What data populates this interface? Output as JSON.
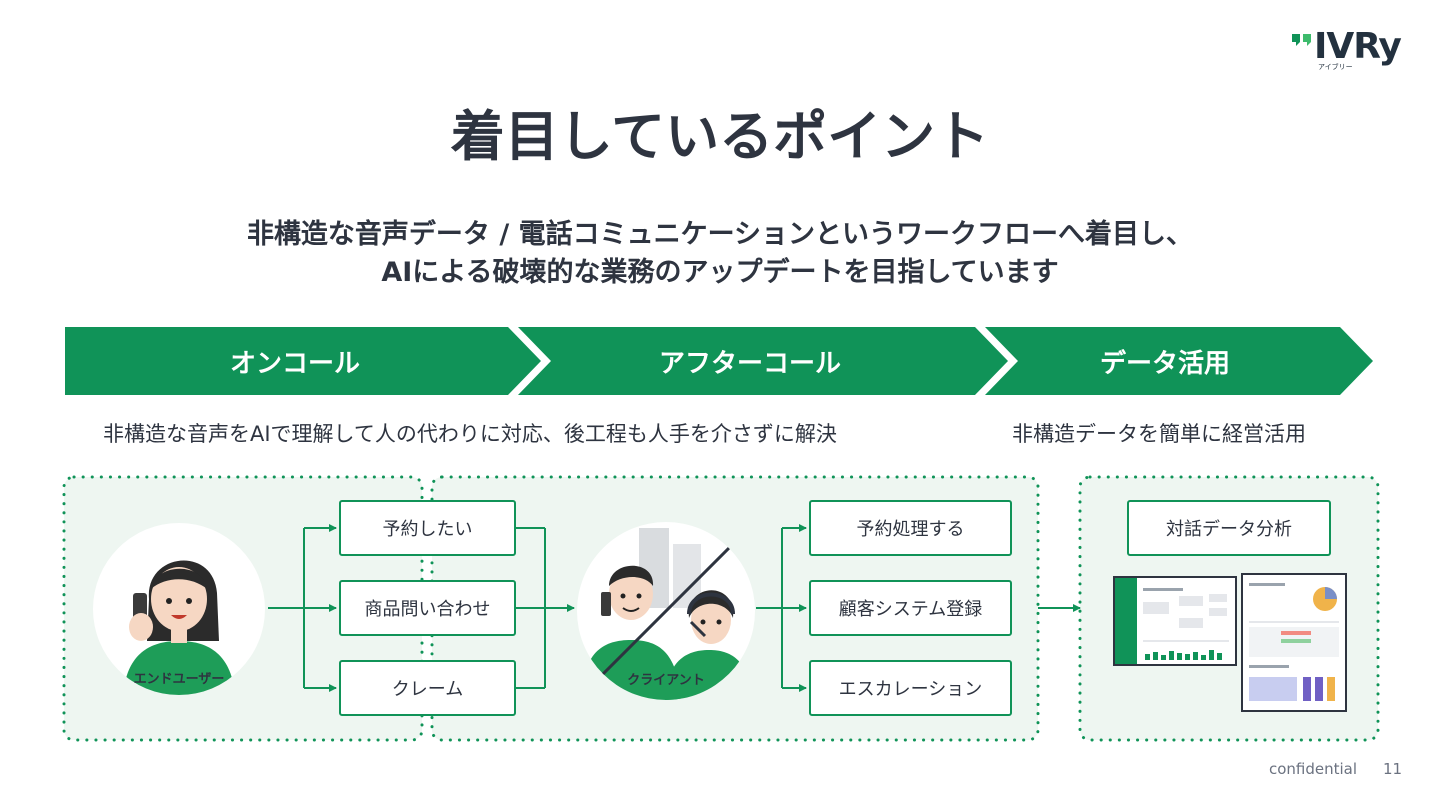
{
  "logo": {
    "text": "IVRy",
    "kana": "アイブリー"
  },
  "title": "着目しているポイント",
  "subtitle": {
    "line1": "非構造な音声データ / 電話コミュニケーションというワークフローへ着目し、",
    "line2": "AIによる破壊的な業務のアップデートを目指しています"
  },
  "phases": [
    "オンコール",
    "アフターコール",
    "データ活用"
  ],
  "descriptions": {
    "left": "非構造な音声をAIで理解して人の代わりに対応、後工程も人手を介さずに解決",
    "right": "非構造データを簡単に経営活用"
  },
  "end_user": {
    "label": "エンドユーザー"
  },
  "client": {
    "label": "クライアント"
  },
  "inquiries": [
    "予約したい",
    "商品問い合わせ",
    "クレーム"
  ],
  "actions": [
    "予約処理する",
    "顧客システム登録",
    "エスカレーション"
  ],
  "data_use": {
    "label": "対話データ分析"
  },
  "colors": {
    "green": "#109358",
    "panel_bg": "#eef6f1",
    "text": "#2e3440"
  },
  "footer": {
    "confidential": "confidential",
    "page": "11"
  }
}
